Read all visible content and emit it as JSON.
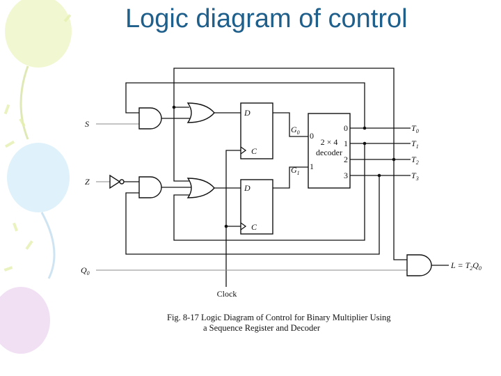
{
  "slide": {
    "title": "Logic diagram of control"
  },
  "diagram": {
    "inputs": {
      "s": "S",
      "z": "Z",
      "q0": "Q",
      "q0_sub": "0"
    },
    "ff_top": {
      "d": "D",
      "c": "C"
    },
    "ff_bottom": {
      "d": "D",
      "c": "C"
    },
    "decoder": {
      "size": "2 × 4",
      "name": "decoder",
      "g0": "G",
      "g0_sub": "0",
      "g1": "G",
      "g1_sub": "1",
      "in0": "0",
      "in1": "1",
      "out0": "0",
      "out1": "1",
      "out2": "2",
      "out3": "3"
    },
    "outputs": {
      "t0": "T",
      "t0_sub": "0",
      "t1": "T",
      "t1_sub": "1",
      "t2": "T",
      "t2_sub": "2",
      "t3": "T",
      "t3_sub": "3"
    },
    "load": {
      "lhs": "L",
      "eq": " = T",
      "t_sub": "2",
      "q": "Q",
      "q_sub": "0"
    },
    "clock": "Clock",
    "caption_line1": "Fig. 8-17  Logic Diagram of Control for Binary Multiplier Using",
    "caption_line2": "a Sequence Register and Decoder"
  }
}
